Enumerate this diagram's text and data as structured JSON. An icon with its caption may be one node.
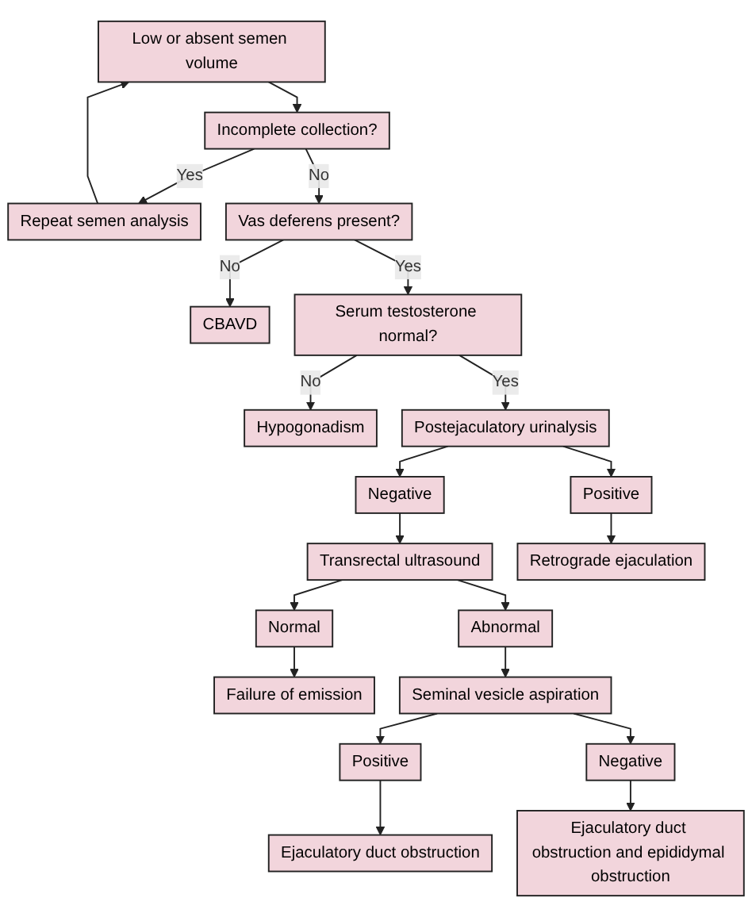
{
  "diagram": {
    "nodes": [
      {
        "text": [
          "Low or absent semen volume"
        ]
      },
      {
        "text": [
          "Incomplete collection?"
        ]
      },
      {
        "text": [
          "Repeat semen analysis"
        ]
      },
      {
        "text": [
          "Vas deferens present?"
        ]
      },
      {
        "text": [
          "CBAVD"
        ]
      },
      {
        "text": [
          "Serum testosterone normal?"
        ]
      },
      {
        "text": [
          "Hypogonadism"
        ]
      },
      {
        "text": [
          "Postejaculatory urinalysis"
        ]
      },
      {
        "text": [
          "Negative"
        ]
      },
      {
        "text": [
          "Positive"
        ]
      },
      {
        "text": [
          "Transrectal ultrasound"
        ]
      },
      {
        "text": [
          "Retrograde ejaculation"
        ]
      },
      {
        "text": [
          "Normal"
        ]
      },
      {
        "text": [
          "Abnormal"
        ]
      },
      {
        "text": [
          "Failure of emission"
        ]
      },
      {
        "text": [
          "Seminal vesicle aspiration"
        ]
      },
      {
        "text": [
          "Positive"
        ]
      },
      {
        "text": [
          "Negative"
        ]
      },
      {
        "text": [
          "Ejaculatory duct obstruction"
        ]
      },
      {
        "text": [
          "Ejaculatory duct obstruction and epididymal obstruction"
        ]
      }
    ],
    "edges": [
      {
        "from": 0,
        "to": 1,
        "arrow": "to"
      },
      {
        "from": 1,
        "to": 2,
        "label": "Yes",
        "arrow": "to"
      },
      {
        "from": 2,
        "to": 0,
        "arrow": "to"
      },
      {
        "from": 1,
        "to": 3,
        "label": "No",
        "arrow": "to"
      },
      {
        "from": 3,
        "to": 4,
        "label": "No",
        "arrow": "to"
      },
      {
        "from": 3,
        "to": 5,
        "label": "Yes",
        "arrow": "to"
      },
      {
        "from": 5,
        "to": 6,
        "label": "No",
        "arrow": "to"
      },
      {
        "from": 5,
        "to": 7,
        "label": "Yes",
        "arrow": "to"
      },
      {
        "from": 7,
        "to": 8,
        "arrow": "to"
      },
      {
        "from": 7,
        "to": 9,
        "arrow": "to"
      },
      {
        "from": 8,
        "to": 10,
        "arrow": "to"
      },
      {
        "from": 9,
        "to": 11,
        "arrow": "to"
      },
      {
        "from": 10,
        "to": 12,
        "arrow": "to"
      },
      {
        "from": 10,
        "to": 13,
        "arrow": "to"
      },
      {
        "from": 12,
        "to": 14,
        "arrow": "to"
      },
      {
        "from": 13,
        "to": 15,
        "arrow": "to"
      },
      {
        "from": 15,
        "to": 16,
        "arrow": "to"
      },
      {
        "from": 15,
        "to": 17,
        "arrow": "to"
      },
      {
        "from": 16,
        "to": 18,
        "arrow": "to"
      },
      {
        "from": 17,
        "to": 19,
        "arrow": "to"
      }
    ]
  }
}
